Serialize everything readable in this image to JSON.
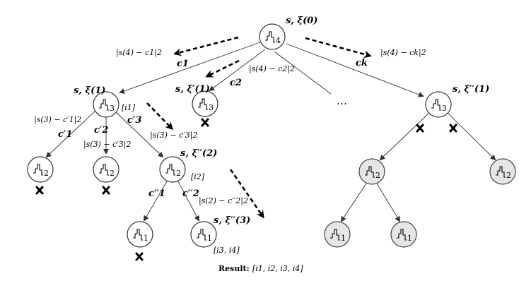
{
  "tree": {
    "nodes": {
      "root": {
        "sub": "4"
      },
      "a": {
        "sub": "3"
      },
      "b": {
        "sub": "3"
      },
      "c": {
        "sub": "3"
      },
      "a1": {
        "sub": "2"
      },
      "a2": {
        "sub": "2"
      },
      "a3": {
        "sub": "2"
      },
      "c1": {
        "sub": "2"
      },
      "c2": {
        "sub": "2"
      },
      "a3a": {
        "sub": "1"
      },
      "a3b": {
        "sub": "1"
      },
      "c1a": {
        "sub": "1"
      },
      "c1b": {
        "sub": "1"
      }
    },
    "ellipsis": "…",
    "state_labels": {
      "root": "s, ξ(0)",
      "a": "s, ξ(1)",
      "b": "s, ξ′(1)",
      "c": "s, ξ′′(1)",
      "a3": "s, ξ′′(2)",
      "a3b": "s, ξ′′(3)"
    },
    "edge_labels": {
      "c1": "c1",
      "c2": "c2",
      "ck": "ck",
      "c1p": "c′1",
      "c2p": "c′2",
      "c3p": "c′3",
      "c1pp": "c′′1",
      "c2pp": "c′′2"
    },
    "cost_labels": {
      "root_c1": "|s(4) − c1|2",
      "root_c2": "|s(4) − c2|2",
      "root_ck": "|s(4) − ck|2",
      "a_c1p": "|s(3) − c′1|2",
      "a_c2p": "|s(3) − c′3|2",
      "a_c3p": "|s(3) − c′3|2",
      "a3_c2pp": "|s(2) − c′′2|2"
    },
    "index_labels": {
      "a": "[i1]",
      "a3": "[i2]",
      "a3b": "[i3, i4]"
    },
    "result": {
      "label": "Result:",
      "value": "[i1, i2, i3, i4]"
    },
    "pruned_marker": "✘"
  }
}
